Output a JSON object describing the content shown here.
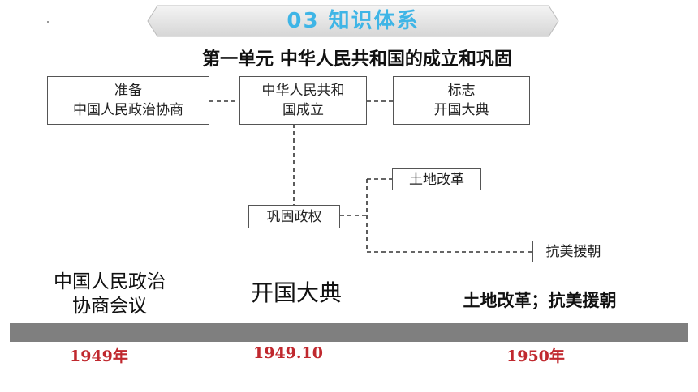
{
  "header": {
    "section_banner": "03  知识体系",
    "unit_title": "第一单元  中华人民共和国的成立和巩固"
  },
  "diagram": {
    "prep_box": [
      "准备",
      "中国人民政治协商"
    ],
    "center_box": [
      "中华人民共和",
      "国成立"
    ],
    "sign_box": [
      "标志",
      "开国大典"
    ],
    "consolidate_box": "巩固政权",
    "land_reform_box": "土地改革",
    "korea_box": "抗美援朝"
  },
  "timeline": {
    "events": [
      {
        "label_lines": [
          "中国人民政治",
          "协商会议"
        ],
        "year": "1949年"
      },
      {
        "label_lines": [
          "开国大典"
        ],
        "year": "1949.10"
      },
      {
        "label_lines": [
          "土地改革；抗美援朝"
        ],
        "year": "1950年"
      }
    ]
  },
  "colors": {
    "banner_text": "#3fb5e6",
    "timeline_bar": "#7f7f7f",
    "year_text": "#c0282e"
  }
}
